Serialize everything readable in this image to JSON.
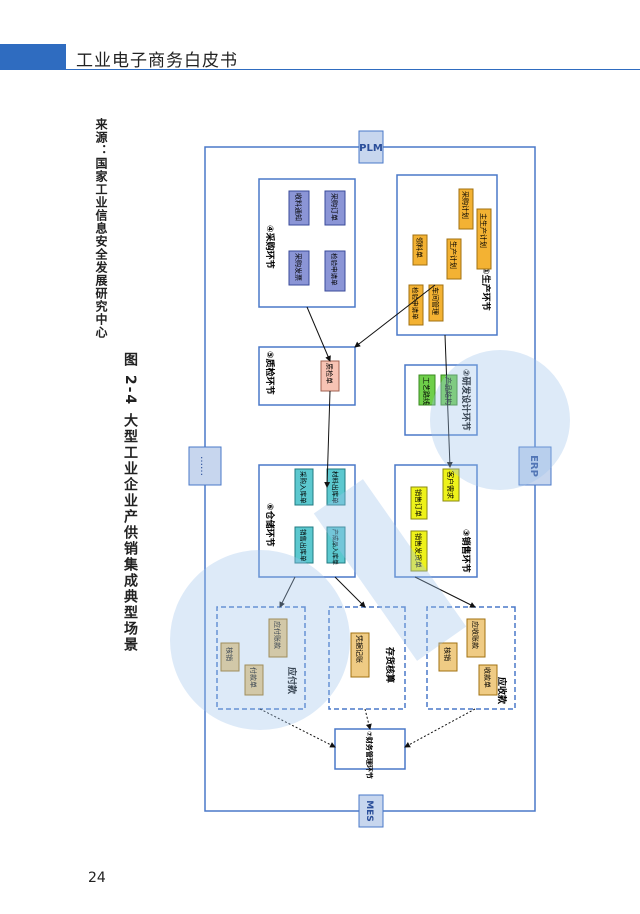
{
  "header": {
    "title": "工业电子商务白皮书"
  },
  "page_number": "24",
  "source_note": "来源：国家工业信息安全发展研究中心",
  "figure_caption": "图 2-4  大型工业企业产供销集成典型场景",
  "system_labels": {
    "plm": "PLM",
    "erp": "ERP",
    "mes": "MES",
    "left": "……"
  },
  "sections": {
    "production": {
      "title": "①生产环节",
      "items": [
        "采购计划",
        "生产计划",
        "主生产计划",
        "领料单",
        "车间管理",
        "检验申请单"
      ]
    },
    "rnd": {
      "title": "②研发设计环节",
      "items": [
        "产品结构",
        "工艺路线"
      ]
    },
    "sales": {
      "title": "③销售环节",
      "items": [
        "客户需求",
        "销售订单",
        "销售发货单"
      ]
    },
    "procurement": {
      "title": "④采购环节",
      "items": [
        "采购订单",
        "收料通知",
        "检验申请单",
        "采购发票"
      ]
    },
    "qc": {
      "title": "⑤质检环节",
      "items": [
        "质检单"
      ]
    },
    "warehouse": {
      "title": "⑥仓储环节",
      "items": [
        "材料出库单",
        "采购入库单",
        "产成品入库单",
        "销售出库单"
      ]
    },
    "receivable": {
      "title": "应收款",
      "items": [
        "应收账款",
        "收款单",
        "核销"
      ]
    },
    "inventory": {
      "title": "存货核算",
      "items": [
        "凭据记账"
      ]
    },
    "payable": {
      "title": "应付款",
      "items": [
        "应付账款",
        "付款单",
        "核销"
      ]
    },
    "finance": {
      "title": "⑦财务管理环节"
    }
  },
  "colors": {
    "brand_blue": "#2f6cc0",
    "frame_blue": "#4a78c8",
    "orange_node": "#f3b233",
    "purple_node": "#8b95d6",
    "green_node": "#6fcf4a",
    "yellow_node": "#eef21a",
    "cyan_node": "#5cc8cf",
    "pink_node": "#f7c3b4",
    "tan_node": "#efcb84"
  }
}
